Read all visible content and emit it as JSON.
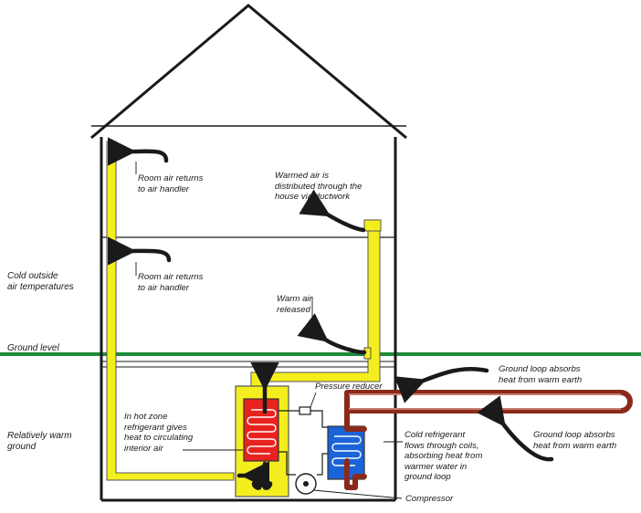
{
  "labels": {
    "room_air_returns_upper": "Room air returns\nto air handler",
    "room_air_returns_lower": "Room air returns\nto air handler",
    "warmed_air": "Warmed air is\ndistributed through the\nhouse via ductwork",
    "warm_air_released": "Warm air\nreleased",
    "cold_outside": "Cold outside\nair temperatures",
    "ground_level": "Ground level",
    "relatively_warm": "Relatively warm\nground",
    "pressure_reducer": "Pressure reducer",
    "ground_loop_absorbs_top": "Ground loop absorbs\nheat from warm earth",
    "ground_loop_absorbs_right": "Ground loop absorbs\nheat from warm earth",
    "hot_zone": "In hot zone\nrefrigerant gives\nheat to circulating\ninterior air",
    "cold_refrigerant": "Cold refrigerant\nflows through coils,\nabsorbing heat from\nwarmer water in\nground loop",
    "compressor": "Compressor"
  },
  "colors": {
    "duct_yellow": "#f5ee1e",
    "ground_green": "#1f8a3a",
    "hot_coil_red": "#e8231f",
    "cold_coil_blue": "#1b63d8",
    "ground_loop_brown": "#8b2a1a",
    "outline": "#1a1a1a"
  }
}
